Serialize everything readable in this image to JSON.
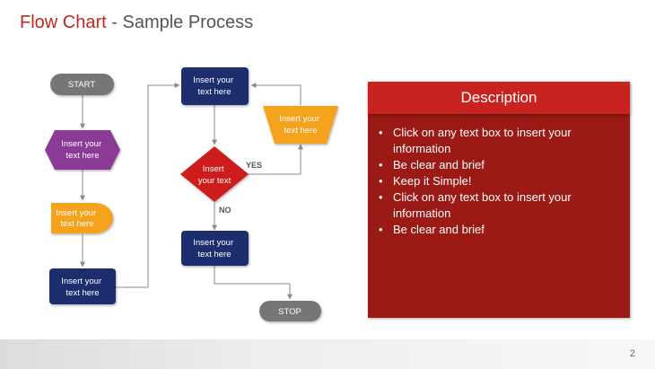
{
  "title": {
    "part1": "Flow Chart",
    "part2": " - Sample Process"
  },
  "page_number": "2",
  "flowchart": {
    "start": "START",
    "stop": "STOP",
    "hexagon": [
      "Insert your",
      "text here"
    ],
    "oval": [
      "Insert your",
      "text here"
    ],
    "left_box": [
      "Insert your",
      "text here"
    ],
    "top_box": [
      "Insert your",
      "text here"
    ],
    "decision": [
      "Insert",
      "your text"
    ],
    "trapezoid": [
      "Insert your",
      "text here"
    ],
    "bottom_box": [
      "Insert your",
      "text here"
    ],
    "yes_label": "YES",
    "no_label": "NO"
  },
  "colors": {
    "navy": "#1c2f6e",
    "purple": "#8b3a96",
    "orange": "#f5a21a",
    "red": "#cc1f1f",
    "gray_pill": "#767676",
    "connector": "#8a8a8a"
  },
  "description": {
    "header": "Description",
    "bullets": [
      "Click on any text box to insert your information",
      "Be clear and brief",
      "Keep it Simple!",
      "Click on any text box to insert your information",
      "Be clear and brief"
    ]
  }
}
